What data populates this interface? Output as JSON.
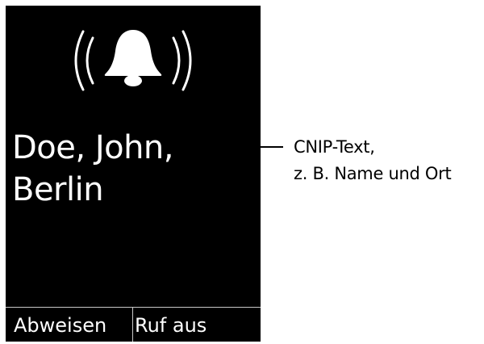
{
  "screen": {
    "icon": "ringing-bell-icon",
    "caller": {
      "line1": "Doe, John,",
      "line2": "Berlin"
    },
    "softkeys": {
      "left": "Abweisen",
      "right": "Ruf aus"
    }
  },
  "callout": {
    "line1": "CNIP-Text,",
    "line2": "z. B. Name und Ort"
  },
  "colors": {
    "screen_background": "#000000",
    "screen_text": "#ffffff",
    "divider": "#c8c8c8"
  }
}
